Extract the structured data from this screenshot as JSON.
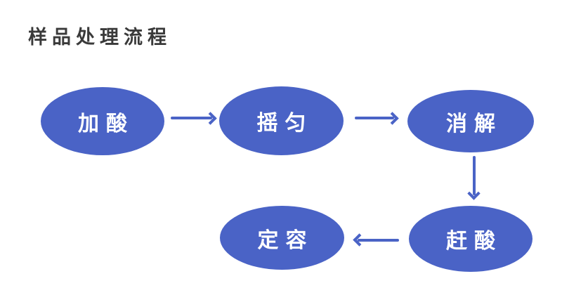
{
  "title": "样品处理流程",
  "colors": {
    "node_fill": "#4A63C6",
    "node_text": "#FFFFFF",
    "arrow": "#4A63C6",
    "title_text": "#3A3A3A",
    "background": "#FFFFFF"
  },
  "flowchart": {
    "type": "flowchart",
    "nodes": [
      {
        "id": "add-acid",
        "label": "加酸",
        "shape": "ellipse"
      },
      {
        "id": "shake",
        "label": "摇匀",
        "shape": "ellipse"
      },
      {
        "id": "digest",
        "label": "消解",
        "shape": "ellipse"
      },
      {
        "id": "drive-acid",
        "label": "赶酸",
        "shape": "ellipse"
      },
      {
        "id": "fix-volume",
        "label": "定容",
        "shape": "ellipse"
      }
    ],
    "edges": [
      {
        "from": "加酸",
        "to": "摇匀",
        "direction": "right"
      },
      {
        "from": "摇匀",
        "to": "消解",
        "direction": "right"
      },
      {
        "from": "消解",
        "to": "赶酸",
        "direction": "down"
      },
      {
        "from": "赶酸",
        "to": "定容",
        "direction": "left"
      }
    ]
  }
}
